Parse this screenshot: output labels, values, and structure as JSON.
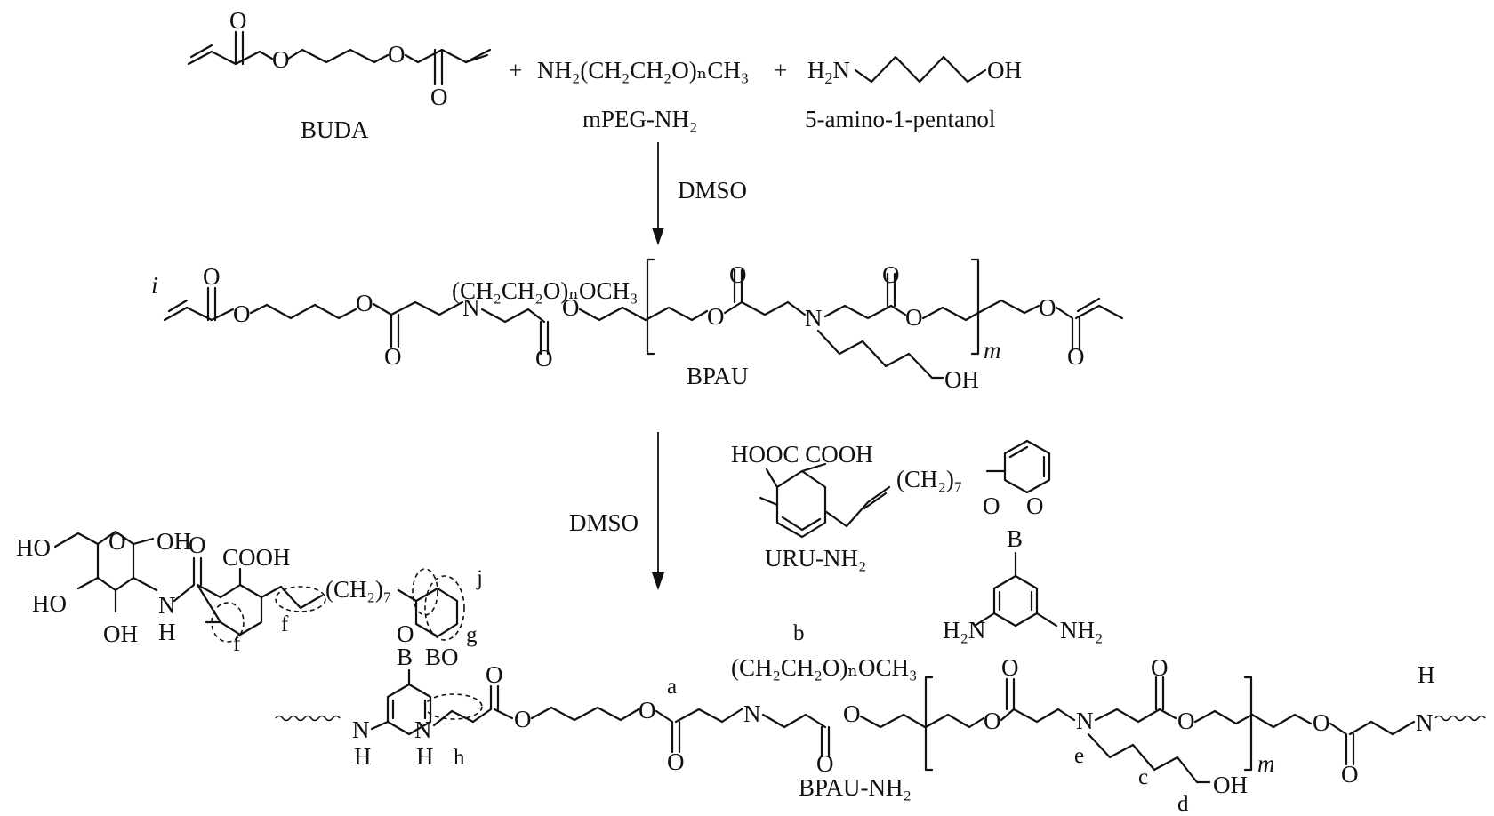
{
  "reactants": {
    "buda_label": "BUDA",
    "peg_formula": "NH₂(CH₂CH₂O)ₙCH₃",
    "peg_label": "mPEG-NH₂",
    "aminopentanol_formula": "H₂N————OH",
    "aminopentanol_label": "5-amino-1-pentanol",
    "plus": "+"
  },
  "step1": {
    "solvent": "DMSO"
  },
  "bpau": {
    "label": "BPAU",
    "peg_side": "(CH₂CH₂O)ₙOCH₃",
    "end_label_i": "i",
    "repeat": "m",
    "oh": "OH"
  },
  "step2": {
    "solvent": "DMSO"
  },
  "reagent": {
    "label": "URU-NH₂",
    "acids": "HOOC   COOH",
    "chain": "(CH₂)₇",
    "amine_left": "H₂N",
    "amine_right": "NH₂"
  },
  "product": {
    "label": "BPAU-NH₂",
    "peg_side": "(CH₂CH₂O)ₙOCH₃",
    "chain": "(CH₂)₇",
    "acid": "COOH",
    "repeat": "m",
    "oh": "OH",
    "peak_labels": [
      "a",
      "b",
      "c",
      "d",
      "e",
      "f",
      "f",
      "g",
      "h",
      "j"
    ]
  },
  "colors": {
    "ink": "#111111",
    "background": "#ffffff"
  }
}
